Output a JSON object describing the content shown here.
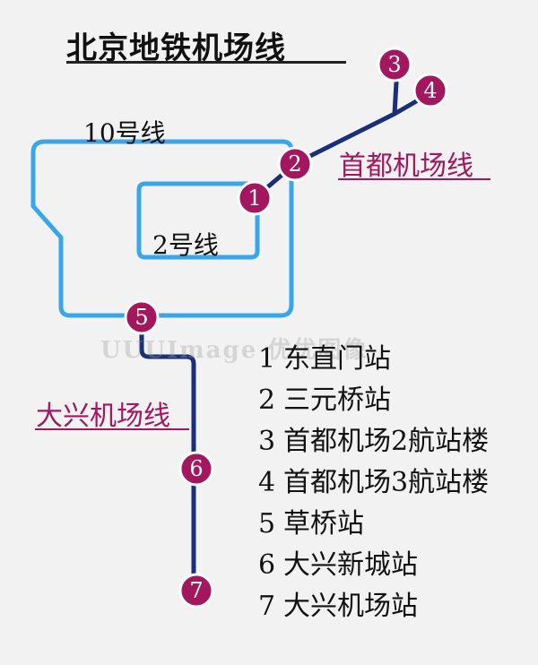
{
  "title": "北京地铁机场线",
  "lines": {
    "line10": "10号线",
    "line2": "2号线",
    "airport_express": "首都机场线",
    "daxing_express": "大兴机场线"
  },
  "stations": [
    {
      "number": "1",
      "name": "东直门站"
    },
    {
      "number": "2",
      "name": "三元桥站"
    },
    {
      "number": "3",
      "name": "首都机场2航站楼"
    },
    {
      "number": "4",
      "name": "首都机场3航站楼"
    },
    {
      "number": "5",
      "name": "草桥站"
    },
    {
      "number": "6",
      "name": "大兴新城站"
    },
    {
      "number": "7",
      "name": "大兴机场站"
    }
  ],
  "watermark": "UUUImage 优优图像",
  "colors": {
    "background": "#f2f2f2",
    "loop_line": "#3aa6ea",
    "express_line": "#1a2f7a",
    "station_fill": "#a3175f",
    "station_stroke": "#ffffff",
    "express_label": "#a3175f"
  }
}
